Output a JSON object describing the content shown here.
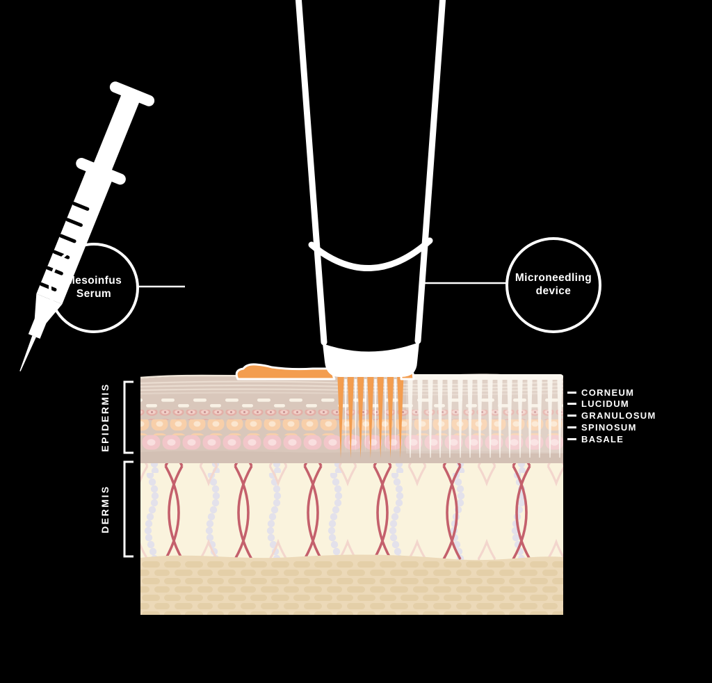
{
  "background_color": "#000000",
  "callouts": {
    "serum": {
      "line1": "Mesoinfus",
      "line2": "Serum"
    },
    "device": {
      "line1": "Microneedling",
      "line2": "device"
    }
  },
  "skin": {
    "sections": {
      "epidermis": "EPIDERMIS",
      "dermis": "DERMIS"
    },
    "epidermis_layers": [
      {
        "label": "CORNEUM"
      },
      {
        "label": "LUCIDUM"
      },
      {
        "label": "GRANULOSUM"
      },
      {
        "label": "SPINOSUM"
      },
      {
        "label": "BASALE"
      }
    ]
  },
  "colors": {
    "serum_orange": "#F39D4F",
    "label_text": "#FFFFFF",
    "outline_white": "#FFFFFF",
    "epidermis_background": "#D9C7BB",
    "dermis_background": "#FAF3DD",
    "dermis_fiber_dark": "#C4606C",
    "dermis_fiber_light": "#F3D6CD",
    "subcutis_background": "#ECD9B8"
  }
}
